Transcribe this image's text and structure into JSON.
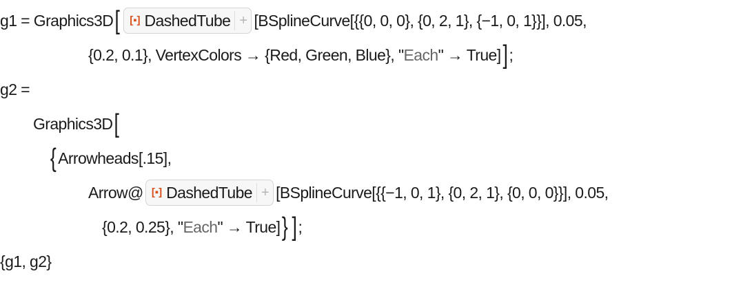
{
  "resource": {
    "icon": "[▪]",
    "label": "DashedTube",
    "plus": "+"
  },
  "lines": {
    "l1a": "g1 = Graphics3D",
    "l1b": "[BSplineCurve[{{0, 0, 0}, {0, 2, 1}, {−1, 0, 1}}], 0.05,",
    "l2a": "{0.2, 0.1}, VertexColors → {Red, Green, Blue}, \"",
    "l2s": "Each",
    "l2b": "\" → True]",
    "l2c": ";",
    "l3": "g2 =",
    "l4": "Graphics3D",
    "l5a": "Arrowheads[.15],",
    "l6a": "Arrow@",
    "l6b": "[BSplineCurve[{{−1, 0, 1}, {0, 2, 1}, {0, 0, 0}}], 0.05,",
    "l7a": "{0.2, 0.25}, \"",
    "l7s": "Each",
    "l7b": "\" → True]",
    "l7c": ";",
    "l8": "{g1, g2}"
  },
  "brackets": {
    "open": "[",
    "close": "]",
    "brace_open": "{",
    "brace_close": "}"
  }
}
